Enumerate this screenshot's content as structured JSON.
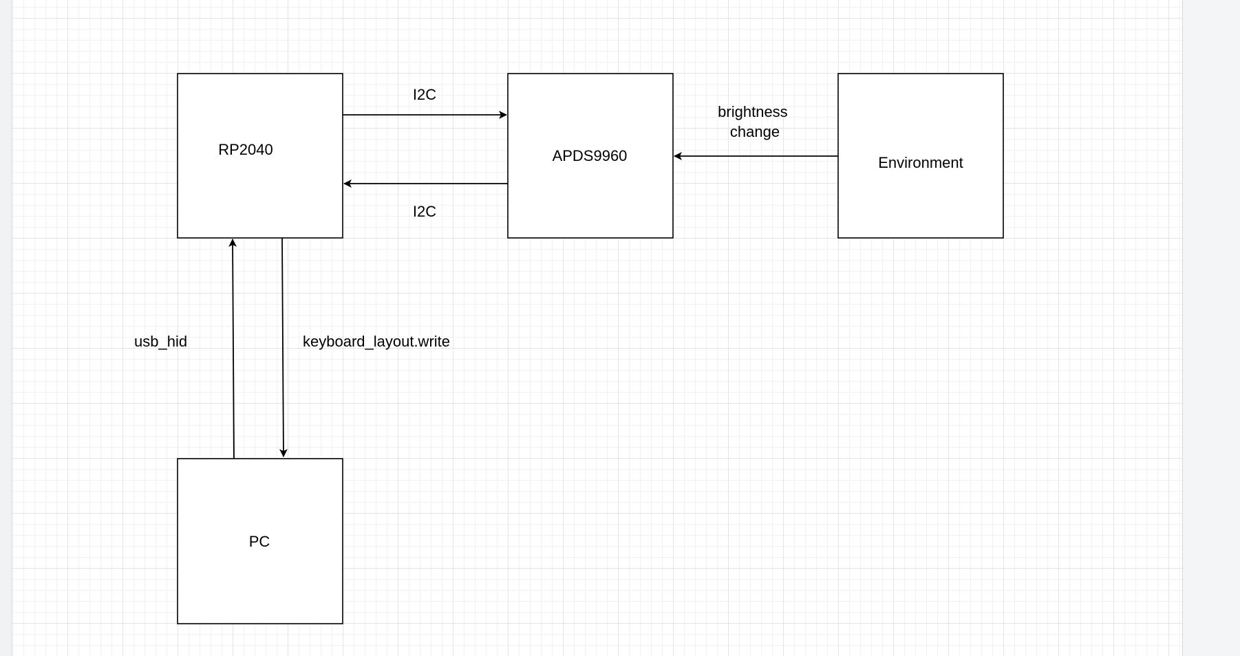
{
  "diagram": {
    "nodes": [
      {
        "id": "rp2040",
        "label": "RP2040"
      },
      {
        "id": "apds9960",
        "label": "APDS9960"
      },
      {
        "id": "environment",
        "label": "Environment"
      },
      {
        "id": "pc",
        "label": "PC"
      }
    ],
    "edges": [
      {
        "id": "i2c-rp-to-apds",
        "from": "rp2040",
        "to": "apds9960",
        "label": "I2C"
      },
      {
        "id": "i2c-apds-to-rp",
        "from": "apds9960",
        "to": "rp2040",
        "label": "I2C"
      },
      {
        "id": "env-to-apds",
        "from": "environment",
        "to": "apds9960",
        "label": [
          "brightness",
          "change"
        ]
      },
      {
        "id": "pc-to-rp",
        "from": "pc",
        "to": "rp2040",
        "label": "usb_hid"
      },
      {
        "id": "rp-to-pc",
        "from": "rp2040",
        "to": "pc",
        "label": "keyboard_layout.write"
      }
    ]
  }
}
